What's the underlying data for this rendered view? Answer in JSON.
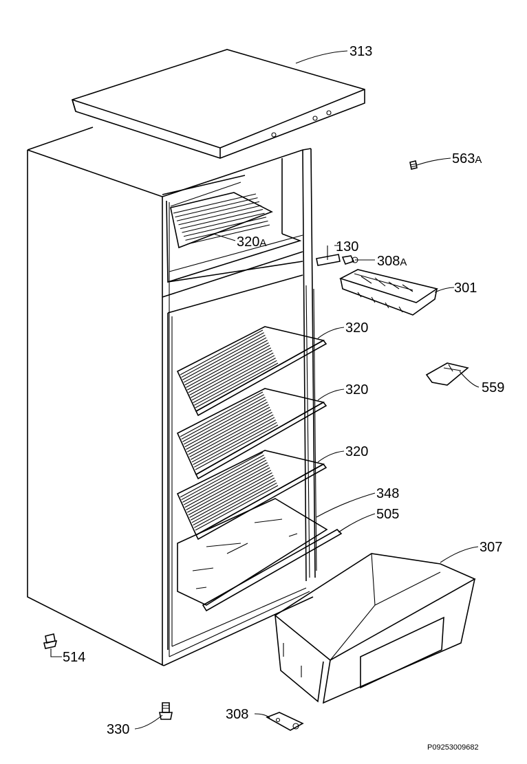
{
  "diagram": {
    "labels": {
      "p313": "313",
      "p563": "563",
      "p563_suffix": "A",
      "p130": "130",
      "p308a": "308",
      "p308a_suffix": "A",
      "p301": "301",
      "p320a": "320",
      "p320a_suffix": "A",
      "p320_1": "320",
      "p320_2": "320",
      "p320_3": "320",
      "p559": "559",
      "p348": "348",
      "p505": "505",
      "p307": "307",
      "p514": "514",
      "p330": "330",
      "p308": "308"
    },
    "drawing_code": "P09253009682"
  }
}
